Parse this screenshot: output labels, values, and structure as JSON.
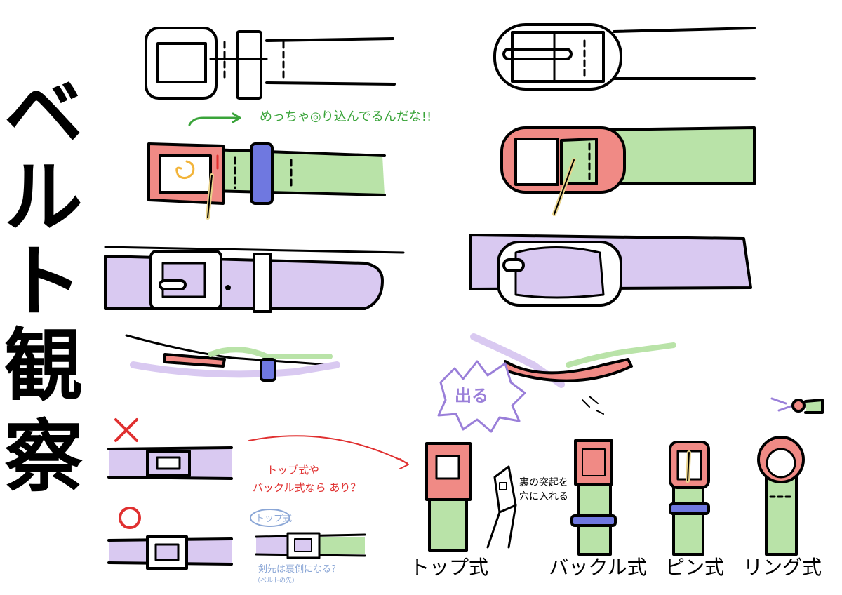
{
  "title": "ベルト観察",
  "notes": {
    "wrap": "めっちゃ◎り込んでるんだな!!",
    "deru": "出る",
    "top_buckle_ok": "トップ式や",
    "top_buckle_ok2": "バックル式なら あり？",
    "top_tag": "トップ式",
    "tip_behind": "剣先は裏側になる？",
    "tip_sub": "（ベルトの先）",
    "pin_note1": "裏の突起を",
    "pin_note2": "穴に入れる"
  },
  "marks": {
    "ng": "×",
    "ok": "○"
  },
  "types": [
    {
      "label": "トップ式"
    },
    {
      "label": "バックル式"
    },
    {
      "label": "ピン式"
    },
    {
      "label": "リング式"
    }
  ],
  "colors": {
    "frame_pink": "#f08a85",
    "strap_green": "#b9e3a8",
    "strap_lavender": "#d9c9f1",
    "loop_blue": "#6f78e0",
    "pin_tan": "#e9d38a",
    "arrow_green": "#3aa43a",
    "arrow_red": "#e03030",
    "note_purple": "#9a7fd9",
    "note_gray_blue": "#8aa6d6",
    "spiral_orange": "#f2b43a"
  }
}
